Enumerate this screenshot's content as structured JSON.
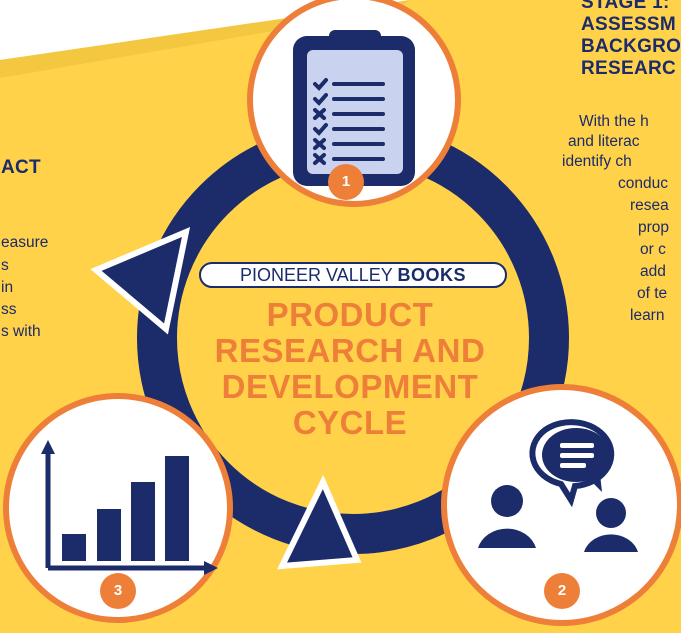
{
  "brand": {
    "name_regular": "PIONEER VALLEY",
    "name_bold": "BOOKS"
  },
  "center": {
    "title_lines": [
      "PRODUCT",
      "RESEARCH AND",
      "DEVELOPMENT",
      "CYCLE"
    ]
  },
  "stages": {
    "one": {
      "number": "1",
      "title_lines": [
        "STAGE 1:",
        "ASSESSM",
        "BACKGRO",
        "RESEARC"
      ],
      "body_lines": [
        "With the h",
        "and literac",
        "identify ch",
        "conduc",
        "resea",
        "prop",
        "or c",
        "add",
        "of te",
        "learn"
      ]
    },
    "two": {
      "number": "2"
    },
    "three": {
      "number": "3",
      "title_lines": [
        "ACT"
      ],
      "body_lines": [
        "easure",
        "s",
        "in",
        "ss",
        "s with"
      ]
    }
  },
  "colors": {
    "background": "#ffd24a",
    "navy": "#1c2b6a",
    "orange": "#ee7f38",
    "white": "#ffffff",
    "clipboard_paper": "#c9d3f0"
  },
  "icons": [
    "clipboard-checklist-icon",
    "discussion-people-icon",
    "bar-chart-icon"
  ]
}
